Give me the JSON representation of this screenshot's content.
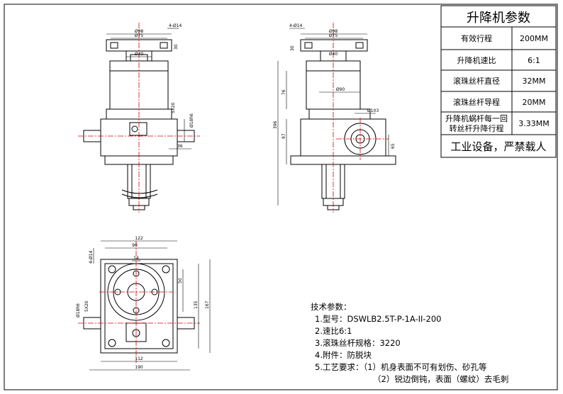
{
  "params_table": {
    "title": "升降机参数",
    "rows": [
      {
        "label": "有效行程",
        "value": "200MM"
      },
      {
        "label": "升降机速比",
        "value": "6:1"
      },
      {
        "label": "滚珠丝杆直径",
        "value": "32MM"
      },
      {
        "label": "滚珠丝杆导程",
        "value": "20MM"
      },
      {
        "label_line1": "升降机蜗杆每一回",
        "label_line2": "转丝杆升降行程",
        "value": "3.33MM"
      }
    ],
    "warning": "工业设备，严禁载人"
  },
  "tech_notes": {
    "heading": "技术参数：",
    "items": [
      "1.型号：DSWLB2.5T-P-1A-II-200",
      "2.速比6:1",
      "3.滚珠丝杆规格：3220",
      "4.附件：防脱块",
      "5.工艺要求：（1）机身表面不可有划伤、砂孔等"
    ],
    "item5_cont": "（2）锐边倒钝，表面（螺纹）去毛刺"
  },
  "dimensions": {
    "front": {
      "d98": "Ø98",
      "d75": "Ø75",
      "d40": "Ø40",
      "hole": "4-Ø14",
      "h30": "30",
      "key": "5X20",
      "d18": "Ø18h6",
      "w36": "36"
    },
    "side": {
      "hole": "4-Ø14",
      "d98": "Ø98",
      "d75": "Ø75",
      "h30": "30",
      "d40": "Ø40",
      "d90": "Ø90",
      "d103": "Ø103",
      "h76": "76",
      "h396": "396",
      "h97": "97",
      "h65": "65"
    },
    "top": {
      "w122": "122",
      "w90": "90",
      "d14": "14",
      "hole": "4-Ø14",
      "h50": "50",
      "h135": "135",
      "h167": "167",
      "key": "5X20",
      "d18": "Ø18h6",
      "w112": "112",
      "w190": "190"
    }
  }
}
